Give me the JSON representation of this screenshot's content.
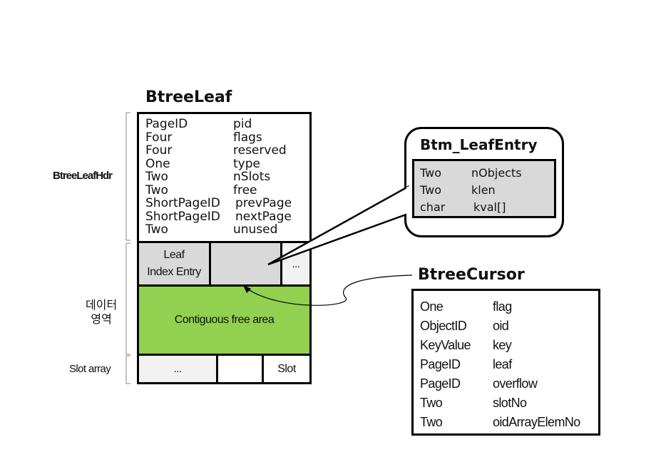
{
  "btree_leaf": {
    "title": "BtreeLeaf",
    "header_label": "BtreeLeafHdr",
    "header_fields": [
      {
        "type": "PageID",
        "name": "pid"
      },
      {
        "type": "Four",
        "name": "flags"
      },
      {
        "type": "Four",
        "name": "reserved"
      },
      {
        "type": "One",
        "name": "type"
      },
      {
        "type": "Two",
        "name": "nSlots"
      },
      {
        "type": "Two",
        "name": "free"
      },
      {
        "type": "ShortPageID",
        "name": "prevPage"
      },
      {
        "type": "ShortPageID",
        "name": "nextPage"
      },
      {
        "type": "Two",
        "name": "unused"
      }
    ],
    "leaf_entry_line1": "Leaf",
    "leaf_entry_line2": "Index Entry",
    "entry_ellipsis": "...",
    "data_area_label_line1": "데이터",
    "data_area_label_line2": "영역",
    "free_area": "Contiguous free area",
    "slot_array_label": "Slot array",
    "slot_ellipsis": "...",
    "slot_label": "Slot"
  },
  "leaf_entry": {
    "title": "Btm_LeafEntry",
    "fields": [
      {
        "type": "Two",
        "name": "nObjects"
      },
      {
        "type": "Two",
        "name": "klen"
      },
      {
        "type": "char",
        "name": "kval[]"
      }
    ]
  },
  "cursor": {
    "title": "BtreeCursor",
    "fields": [
      {
        "type": "One",
        "name": "flag"
      },
      {
        "type": "ObjectID",
        "name": "oid"
      },
      {
        "type": "KeyValue",
        "name": "key"
      },
      {
        "type": "PageID",
        "name": "leaf"
      },
      {
        "type": "PageID",
        "name": "overflow"
      },
      {
        "type": "Two",
        "name": "slotNo"
      },
      {
        "type": "Two",
        "name": "oidArrayElemNo"
      }
    ]
  },
  "colors": {
    "free_area": "#92d050",
    "cell_gray": "#d9d9d9",
    "cell_light": "#f2f2f2",
    "border": "#000000"
  }
}
